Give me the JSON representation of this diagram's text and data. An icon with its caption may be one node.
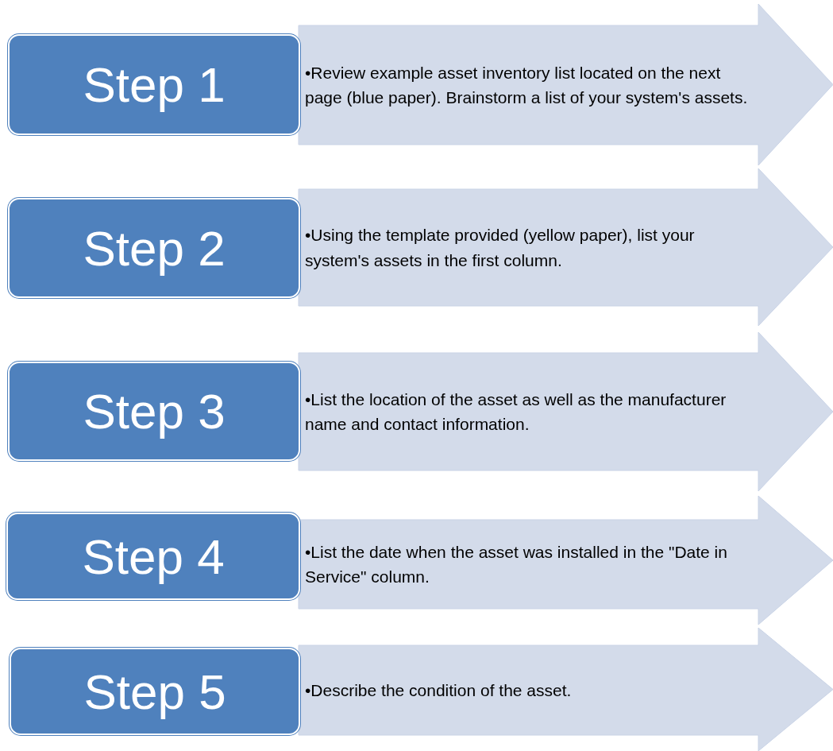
{
  "diagram": {
    "nodes": [
      {
        "text": [
          "Step 1"
        ]
      },
      {
        "text": [
          "•Review example asset inventory list located on the next page (blue paper).  Brainstorm a list of your system's assets."
        ]
      },
      {
        "text": [
          "Step 2"
        ]
      },
      {
        "text": [
          "•Using the template provided (yellow paper), list your system's assets in the first column."
        ]
      },
      {
        "text": [
          "Step 3"
        ]
      },
      {
        "text": [
          "•List the location of the asset as well as the manufacturer name and contact information."
        ]
      },
      {
        "text": [
          "Step 4"
        ]
      },
      {
        "text": [
          "•List the date when the asset was installed in the \"Date in Service\" column."
        ]
      },
      {
        "text": [
          "Step 5"
        ]
      },
      {
        "text": [
          "•Describe the condition of the asset."
        ]
      }
    ]
  }
}
